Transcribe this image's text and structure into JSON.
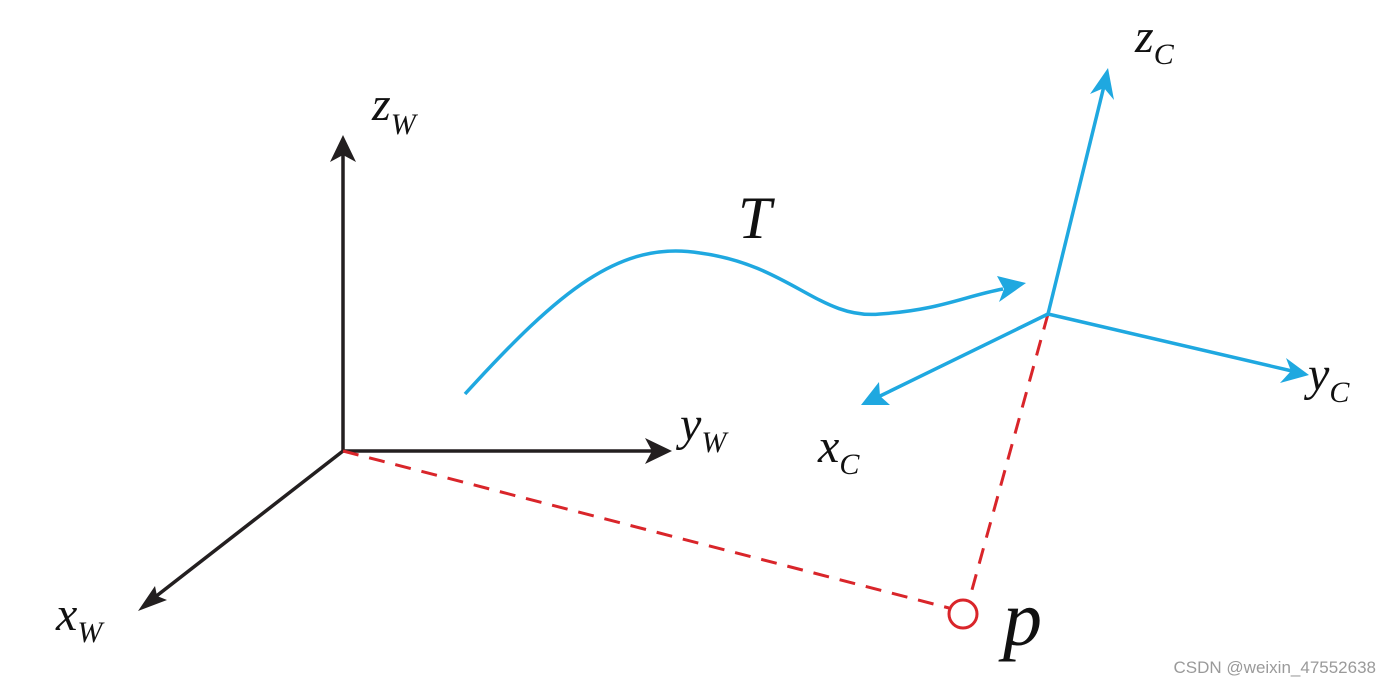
{
  "colors": {
    "world_axes": "#231f20",
    "camera_axes": "#1fa8e0",
    "projection": "#d9252a"
  },
  "labels": {
    "z_world": {
      "main": "z",
      "sub": "W"
    },
    "y_world": {
      "main": "y",
      "sub": "W"
    },
    "x_world": {
      "main": "x",
      "sub": "W"
    },
    "z_camera": {
      "main": "z",
      "sub": "C"
    },
    "y_camera": {
      "main": "y",
      "sub": "C"
    },
    "x_camera": {
      "main": "x",
      "sub": "C"
    },
    "transform": "T",
    "point": "p"
  },
  "watermark": "CSDN @weixin_47552638"
}
